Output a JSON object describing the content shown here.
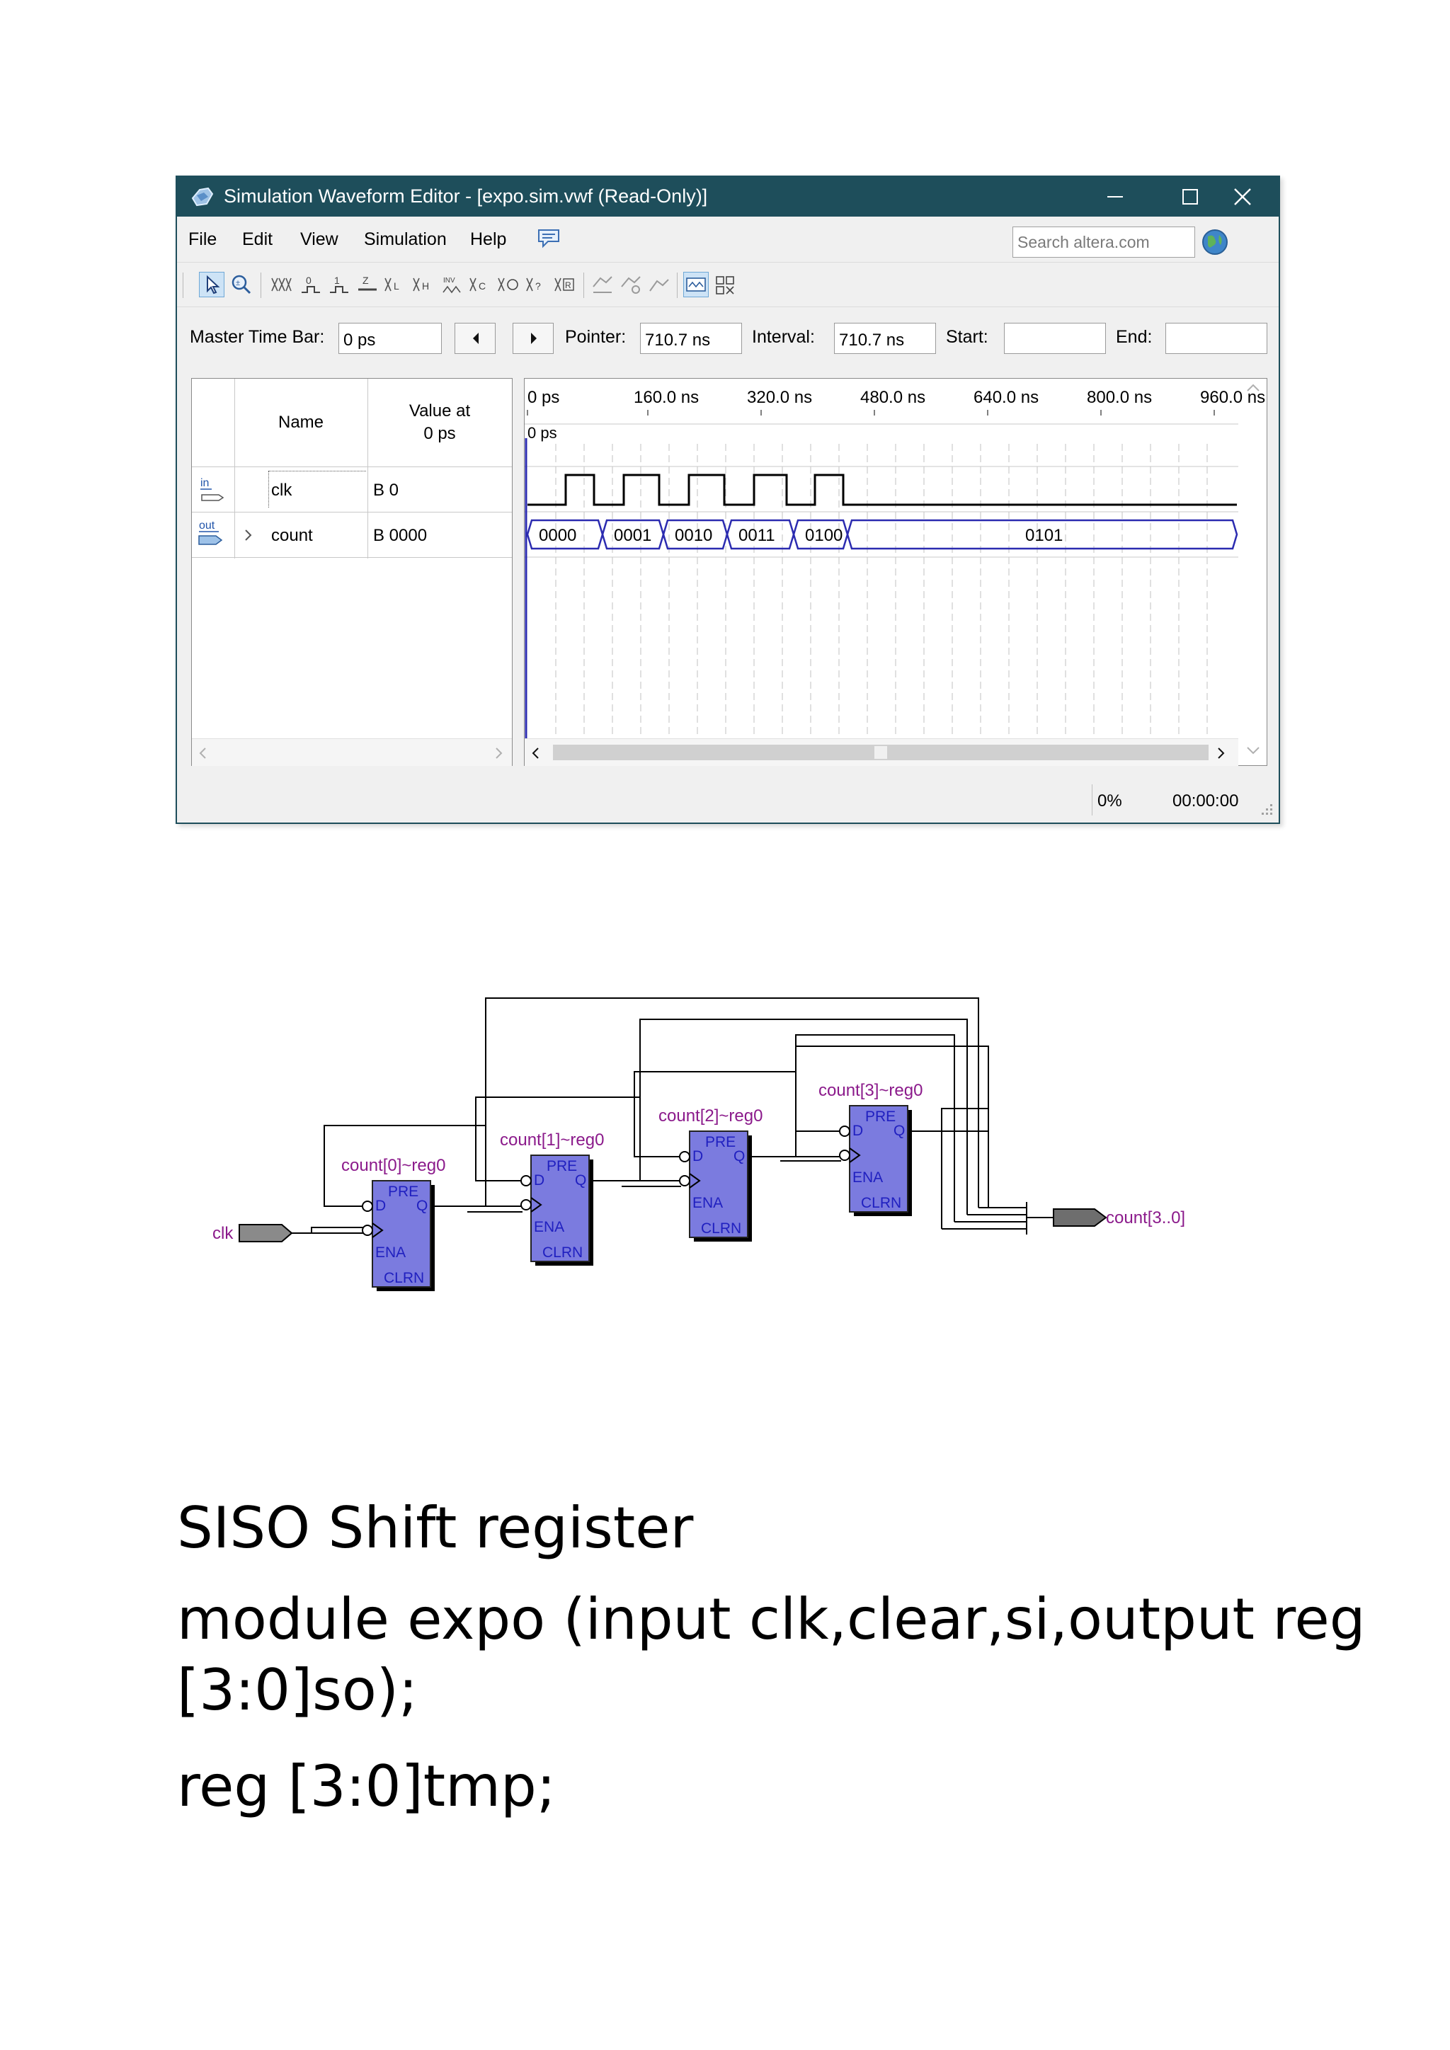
{
  "window": {
    "title": "Simulation Waveform Editor - [expo.sim.vwf (Read-Only)]",
    "app_icon": "quartus-waveform-icon",
    "controls": [
      "minimize-icon",
      "maximize-icon",
      "close-icon"
    ]
  },
  "menu": {
    "items": [
      "File",
      "Edit",
      "View",
      "Simulation",
      "Help"
    ],
    "help_icon": "comment-icon"
  },
  "search": {
    "placeholder": "Search altera.com"
  },
  "timebar": {
    "master_label": "Master Time Bar:",
    "master_value": "0 ps",
    "pointer_label": "Pointer:",
    "pointer_value": "710.7 ns",
    "interval_label": "Interval:",
    "interval_value": "710.7 ns",
    "start_label": "Start:",
    "start_value": "",
    "end_label": "End:",
    "end_value": ""
  },
  "table": {
    "name_header": "Name",
    "value_header_line1": "Value at",
    "value_header_line2": "0 ps",
    "rows": [
      {
        "type": "in",
        "name": "clk",
        "value": "B 0"
      },
      {
        "type": "out",
        "name": "count",
        "value": "B 0000"
      }
    ]
  },
  "waveform": {
    "time_labels": [
      "0 ps",
      "160.0 ns",
      "320.0 ns",
      "480.0 ns",
      "640.0 ns",
      "800.0 ns",
      "960.0 ns"
    ],
    "cursor_label": "0 ps",
    "count_values": [
      "0000",
      "0001",
      "0010",
      "0011",
      "0100",
      "0101"
    ]
  },
  "status": {
    "percent": "0%",
    "time": "00:00:00"
  },
  "schematic": {
    "input_label": "clk",
    "output_label": "count[3..0]",
    "registers": [
      {
        "name": "count[0]~reg0",
        "pre": "PRE",
        "d": "D",
        "q": "Q",
        "ena": "ENA",
        "clrn": "CLRN"
      },
      {
        "name": "count[1]~reg0",
        "pre": "PRE",
        "d": "D",
        "q": "Q",
        "ena": "ENA",
        "clrn": "CLRN"
      },
      {
        "name": "count[2]~reg0",
        "pre": "PRE",
        "d": "D",
        "q": "Q",
        "ena": "ENA",
        "clrn": "CLRN"
      },
      {
        "name": "count[3]~reg0",
        "pre": "PRE",
        "d": "D",
        "q": "Q",
        "ena": "ENA",
        "clrn": "CLRN"
      }
    ],
    "colors": {
      "register_fill": "#7b7bdf",
      "label": "#8b1a8b",
      "port_text": "#2020c0"
    }
  },
  "document": {
    "heading": "SISO Shift register",
    "code_lines": [
      "module expo (input clk,clear,si,output reg",
      "[3:0]so);",
      "reg [3:0]tmp;"
    ]
  }
}
